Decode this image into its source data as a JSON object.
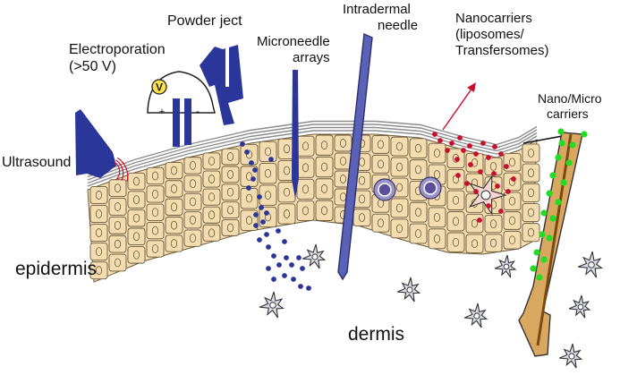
{
  "labels": {
    "ultrasound": "Ultrasound",
    "electroporation_line1": "Electroporation",
    "electroporation_line2": "(>50 V)",
    "powder_ject": "Powder ject",
    "microneedle_line1": "Microneedle",
    "microneedle_line2": "arrays",
    "intradermal_line1": "Intradermal",
    "intradermal_line2": "needle",
    "nanocarriers_line1": "Nanocarriers",
    "nanocarriers_line2": "(liposomes/",
    "nanocarriers_line3": "Transfersomes)",
    "nanomicro_line1": "Nano/Micro",
    "nanomicro_line2": "carriers",
    "epidermis": "epidermis",
    "dermis": "dermis",
    "voltmeter_symbol": "V",
    "plus_sign": "+",
    "minus_sign": "-"
  },
  "colors": {
    "device_blue": "#2a3699",
    "cell_fill": "#f3ddb0",
    "cell_stroke": "#6b5a3c",
    "stratum_gray": "#8d8d8d",
    "nano_red": "#c8102e",
    "carrier_green": "#22dd22",
    "dermal_cell": "#d9dbe6",
    "hair_brown": "#d8a860"
  },
  "icons": [
    "ultrasound-probe-icon",
    "voltmeter-icon",
    "powder-jet-icon",
    "microneedle-icon",
    "intradermal-needle-icon",
    "hair-follicle-icon",
    "dendritic-cell-icon",
    "langerhans-cell-icon"
  ]
}
